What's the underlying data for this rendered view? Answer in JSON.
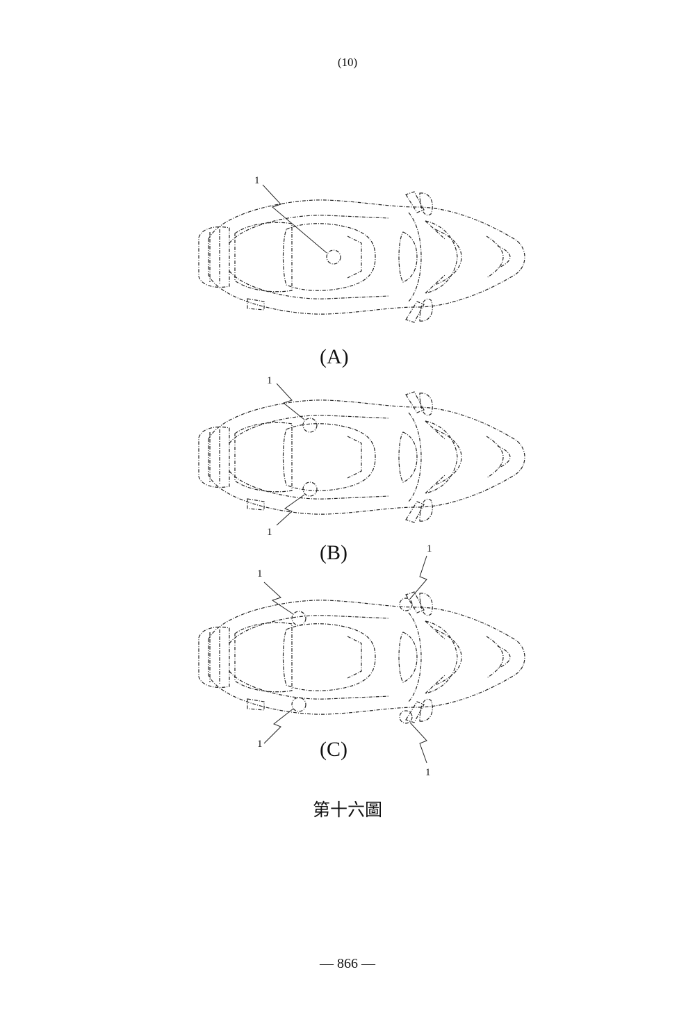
{
  "header": {
    "page_number": "(10)"
  },
  "figure": {
    "views": [
      {
        "label": "(A)"
      },
      {
        "label": "(B)"
      },
      {
        "label": "(C)"
      }
    ],
    "reference_numeral": "1",
    "caption": "第十六圖"
  },
  "footer": {
    "page_number": "— 866 —"
  }
}
